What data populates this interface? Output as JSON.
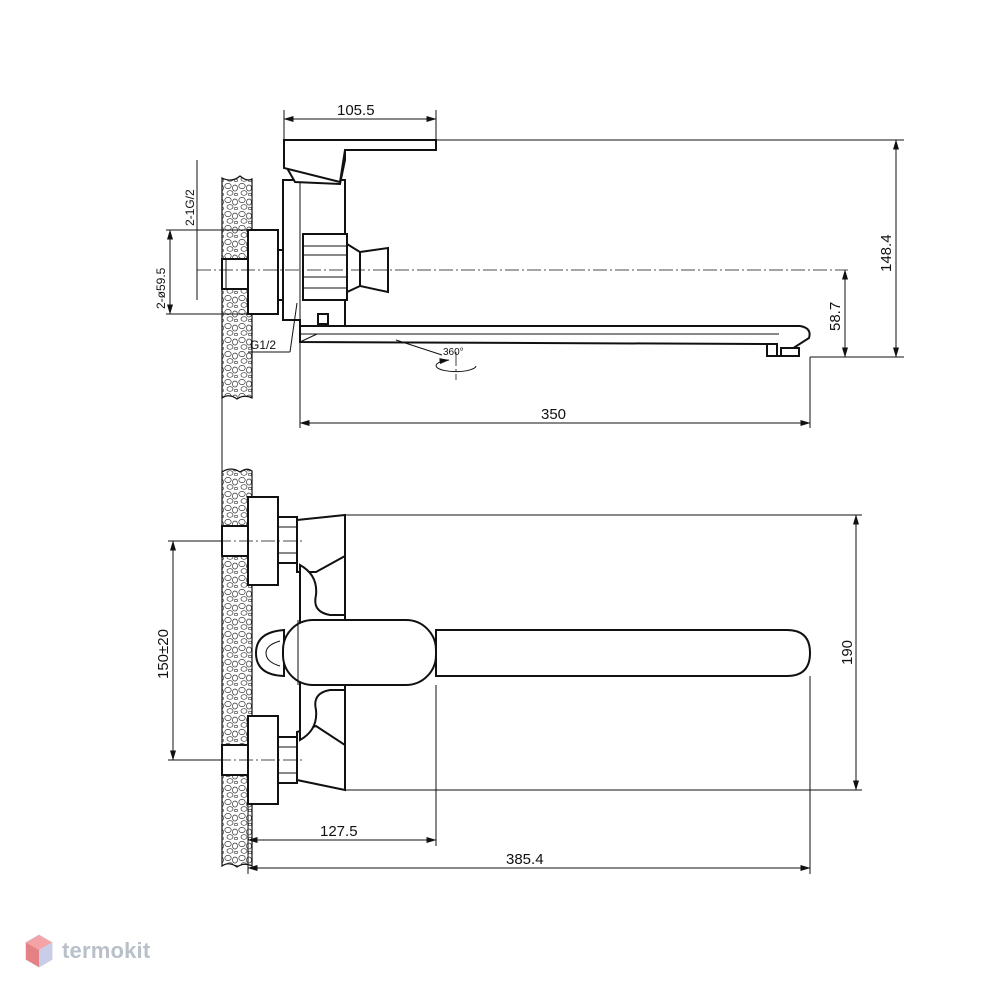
{
  "dimensions": {
    "handle_length": "105.5",
    "total_height": "148.4",
    "spout_height": "58.7",
    "spout_length": "350",
    "rotation": "360°",
    "inlet_thread": "2-1G/2",
    "rosette_diameter": "2-ø59.5",
    "outlet_thread": "G1/2",
    "center_distance": "150±20",
    "body_height": "190",
    "body_projection": "127.5",
    "total_projection": "385.4"
  },
  "watermark": {
    "brand": "termokit"
  }
}
